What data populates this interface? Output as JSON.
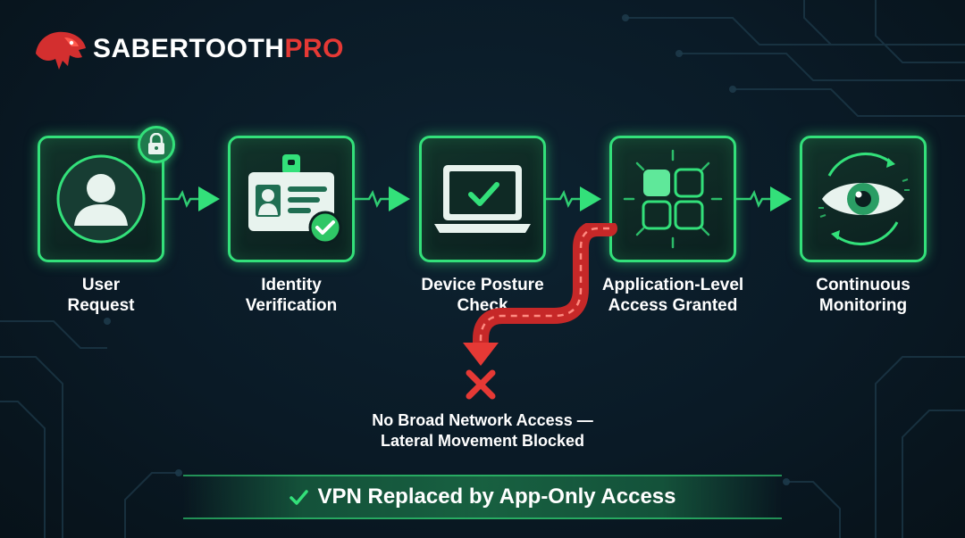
{
  "brand": {
    "name_white": "SABERTOOTH",
    "name_red": "PRO"
  },
  "steps": [
    {
      "line1": "User",
      "line2": "Request",
      "icon": "user-icon"
    },
    {
      "line1": "Identity",
      "line2": "Verification",
      "icon": "id-badge-icon"
    },
    {
      "line1": "Device Posture",
      "line2": "Check",
      "icon": "laptop-check-icon"
    },
    {
      "line1": "Application-Level",
      "line2": "Access Granted",
      "icon": "app-grid-icon"
    },
    {
      "line1": "Continuous",
      "line2": "Monitoring",
      "icon": "eye-icon"
    }
  ],
  "blocked": {
    "line1": "No Broad Network Access —",
    "line2": "Lateral Movement Blocked"
  },
  "banner": {
    "text": "VPN Replaced by App-Only Access"
  },
  "colors": {
    "accent": "#33e07a",
    "danger": "#e53935",
    "background": "#0a1a26"
  }
}
